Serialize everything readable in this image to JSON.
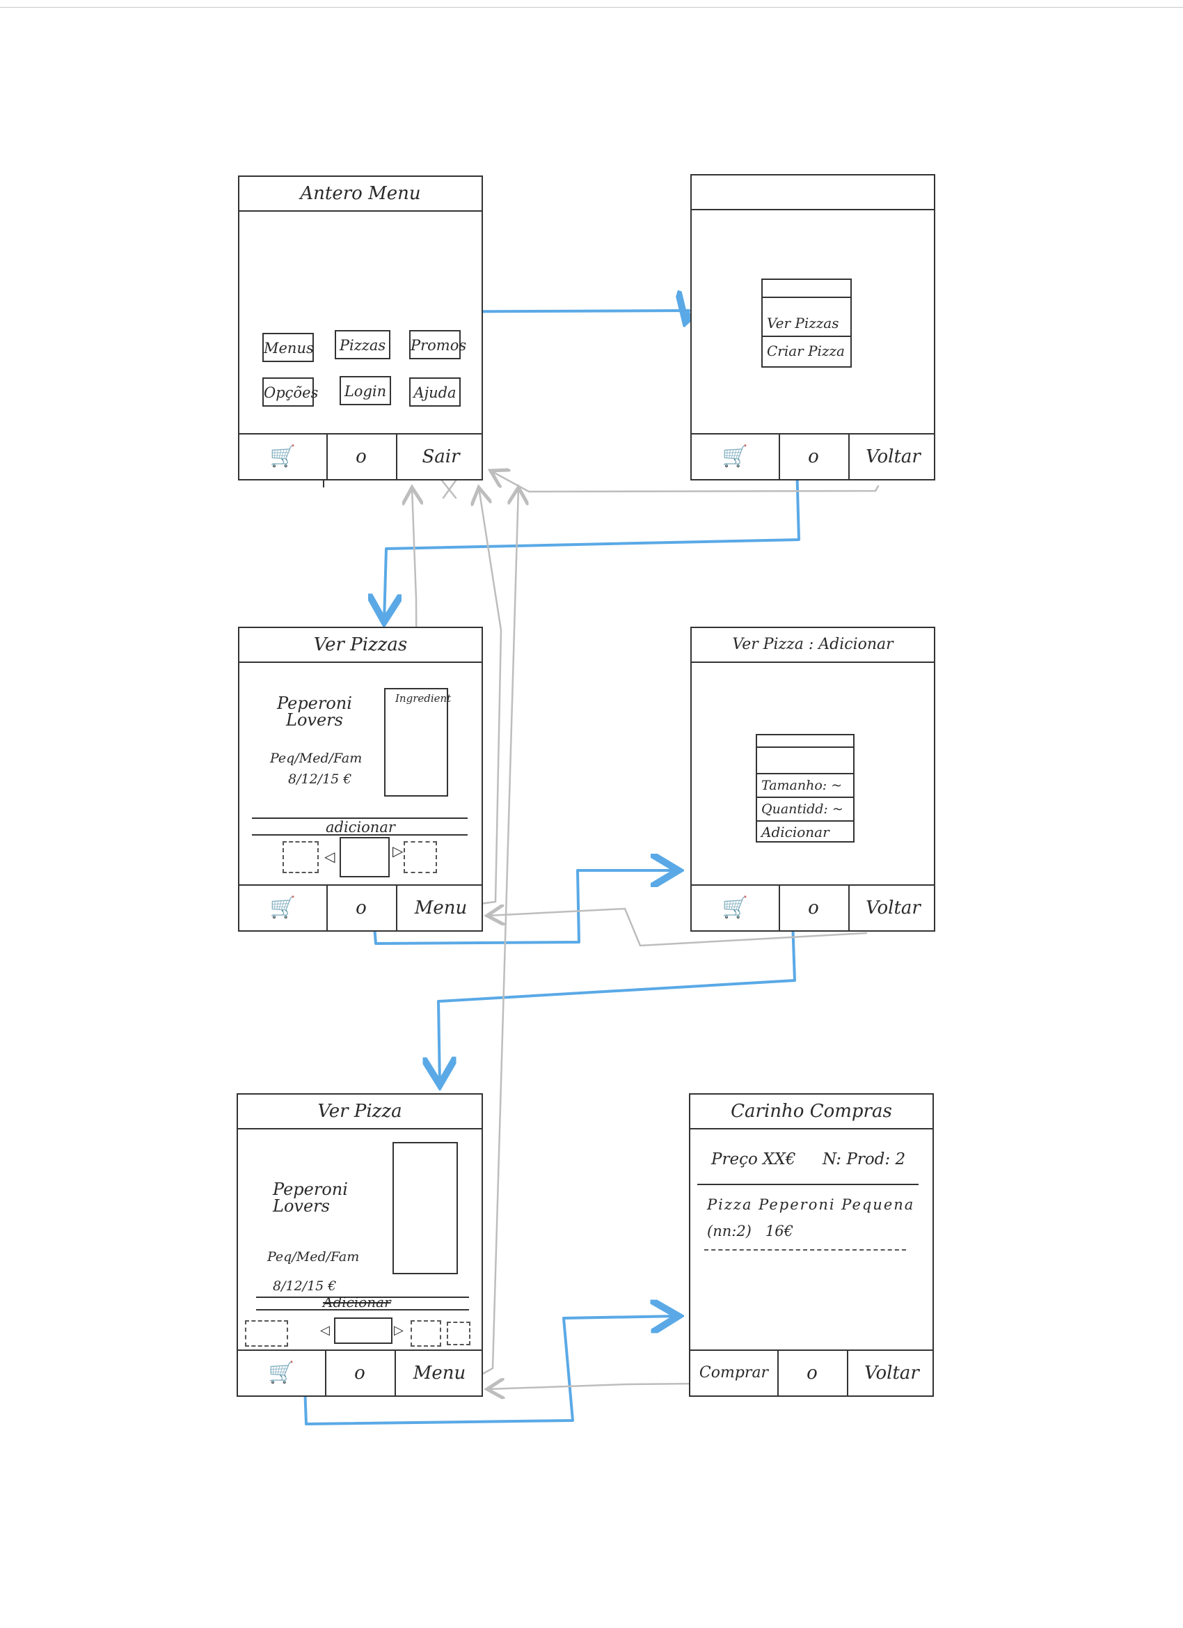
{
  "screens": {
    "s1": {
      "title": "Antero Menu",
      "buttons": [
        "Menus",
        "Pizzas",
        "Promos",
        "Opções",
        "Login",
        "Ajuda"
      ],
      "footer": [
        "cart-icon",
        "o",
        "Sair"
      ]
    },
    "s2": {
      "title": "",
      "popup": [
        "Ver Pizzas",
        "Criar Pizza"
      ],
      "footer": [
        "cart-icon",
        "o",
        "Voltar"
      ]
    },
    "s3": {
      "title": "Ver Pizzas",
      "pizza_name": "Peperoni Lovers",
      "sizes": "Peq/Med/Fam",
      "prices": "8/12/15 €",
      "ingredients_label": "Ingredient",
      "add_label": "adicionar",
      "footer": [
        "cart-icon",
        "o",
        "Menu"
      ]
    },
    "s4": {
      "title": "Ver Pizza : Adicionar",
      "popup": [
        "Tamanho: ~",
        "Quantidd: ~",
        "Adicionar"
      ],
      "footer": [
        "cart-icon",
        "o",
        "Voltar"
      ]
    },
    "s5": {
      "title": "Ver Pizza",
      "pizza_name": "Peperoni Lovers",
      "sizes": "Peq/Med/Fam",
      "prices": "8/12/15 €",
      "add_label": "Adicionar",
      "footer": [
        "cart-icon",
        "o",
        "Menu"
      ]
    },
    "s6": {
      "title": "Carinho Compras",
      "summary_price": "Preço XX€",
      "summary_count": "N: Prod: 2",
      "item_line1": "Pizza Peperoni Pequena",
      "item_line2": "(nn:2)   16€",
      "footer": [
        "Comprar",
        "o",
        "Voltar"
      ]
    }
  },
  "colors": {
    "flow_primary": "#5aa9e6",
    "flow_back": "#bdbdbd",
    "ink": "#2a2a2a"
  }
}
